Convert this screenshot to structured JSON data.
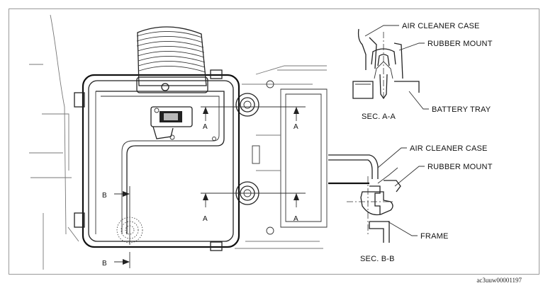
{
  "callouts_sec_aa": {
    "case": "AIR CLEANER CASE",
    "mount": "RUBBER MOUNT",
    "tray": "BATTERY TRAY",
    "caption": "SEC. A-A"
  },
  "callouts_sec_bb": {
    "case": "AIR CLEANER CASE",
    "mount": "RUBBER MOUNT",
    "frame": "FRAME",
    "caption": "SEC. B-B"
  },
  "section_marks": {
    "a": "A",
    "b": "B"
  },
  "diagram_id": "ac3uuw00001197"
}
